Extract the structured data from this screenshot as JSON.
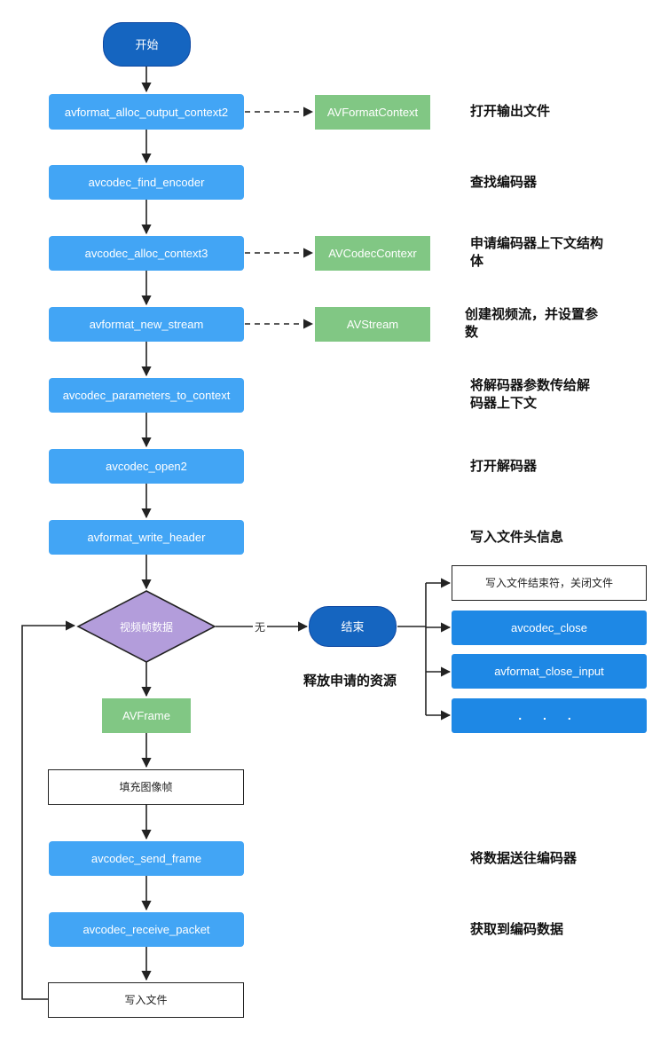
{
  "start": "开始",
  "end": "结束",
  "steps": [
    "avformat_alloc_output_context2",
    "avcodec_find_encoder",
    "avcodec_alloc_context3",
    "avformat_new_stream",
    "avcodec_parameters_to_context",
    "avcodec_open2",
    "avformat_write_header"
  ],
  "side_boxes": [
    "AVFormatContext",
    "AVCodecContexr",
    "AVStream"
  ],
  "notes": [
    "打开输出文件",
    "查找编码器",
    "申请编码器上下文结构体",
    "创建视频流，并设置参数",
    "将解码器参数传给解码器上下文",
    "打开解码器",
    "写入文件头信息"
  ],
  "decision": "视频帧数据",
  "decision_no": "无",
  "avframe": "AVFrame",
  "fill_frame": "填充图像帧",
  "send_frame": "avcodec_send_frame",
  "receive_packet": "avcodec_receive_packet",
  "write_file": "写入文件",
  "note_send": "将数据送往编码器",
  "note_receive": "获取到编码数据",
  "release_label": "释放申请的资源",
  "cleanup": [
    "写入文件结束符，关闭文件",
    "avcodec_close",
    "avformat_close_input",
    ". . ."
  ]
}
